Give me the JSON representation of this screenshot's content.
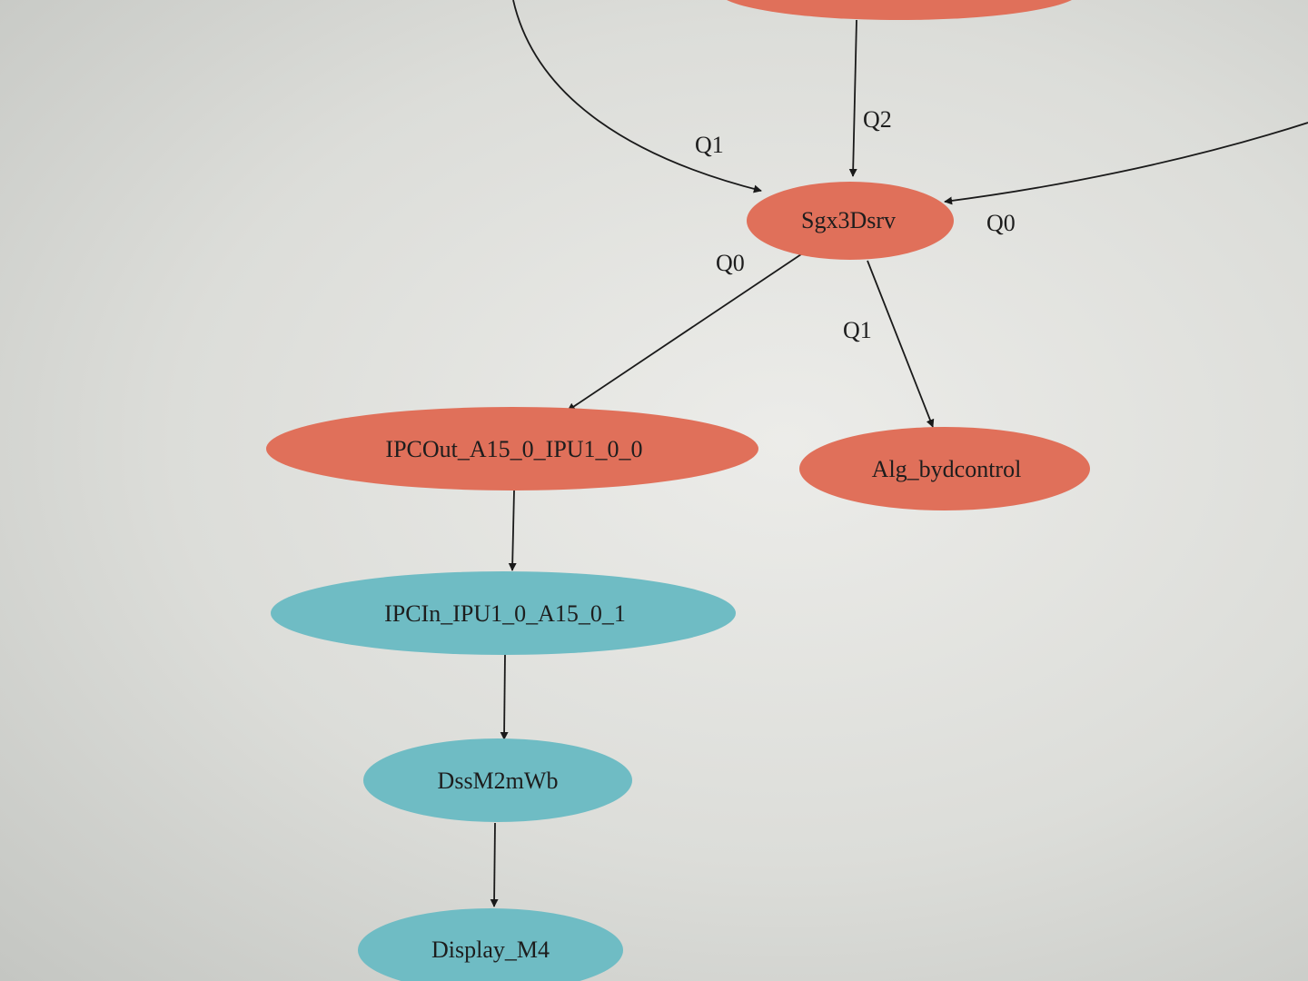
{
  "colors": {
    "primary_node": "#e0705a",
    "secondary_node": "#6fbcc4",
    "edge": "#1a1a1a",
    "text": "#1d1d1d"
  },
  "nodes": {
    "top_node": {
      "label": ""
    },
    "sgx3dsrv": {
      "label": "Sgx3Dsrv"
    },
    "ipcout": {
      "label": "IPCOut_A15_0_IPU1_0_0"
    },
    "alg": {
      "label": "Alg_bydcontrol"
    },
    "ipcin": {
      "label": "IPCIn_IPU1_0_A15_0_1"
    },
    "dss": {
      "label": "DssM2mWb"
    },
    "display": {
      "label": "Display_M4"
    }
  },
  "edges": {
    "top_to_sgx_q2": {
      "label": "Q2"
    },
    "left_to_sgx_q1": {
      "label": "Q1"
    },
    "right_to_sgx_q0": {
      "label": "Q0"
    },
    "sgx_to_ipcout_q0": {
      "label": "Q0"
    },
    "sgx_to_alg_q1": {
      "label": "Q1"
    },
    "ipcout_to_ipcin": {
      "label": ""
    },
    "ipcin_to_dss": {
      "label": ""
    },
    "dss_to_display": {
      "label": ""
    }
  }
}
